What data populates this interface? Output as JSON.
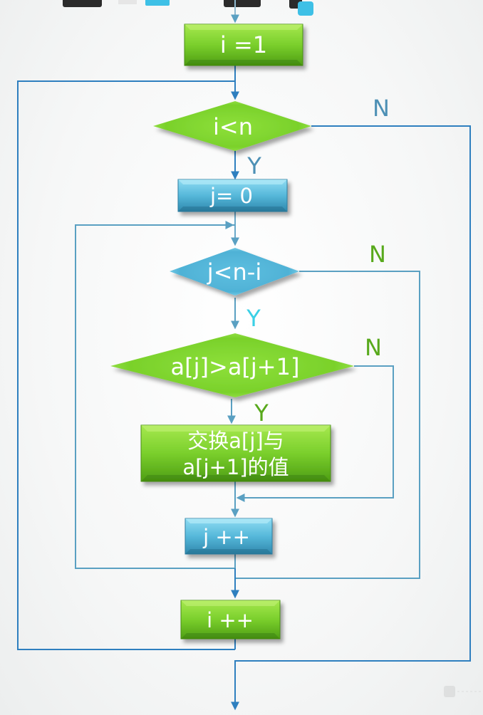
{
  "nodes": {
    "init_i": "i =1",
    "cond_outer": "i<n",
    "init_j": "j= 0",
    "cond_inner": "j<n-i",
    "cond_compare": "a[j]>a[j+1]",
    "swap_line1": "交换a[j]与",
    "swap_line2": "a[j+1]的值",
    "inc_j": "j ++",
    "inc_i": "i ++"
  },
  "branch_labels": {
    "outer_yes": "Y",
    "outer_no": "N",
    "inner_yes": "Y",
    "inner_no": "N",
    "compare_yes": "Y",
    "compare_no": "N"
  },
  "colors": {
    "green": "#7ccf2f",
    "blue": "#5bb7d8",
    "line": "#5aa0c2",
    "arrow": "#2e7fbf"
  }
}
